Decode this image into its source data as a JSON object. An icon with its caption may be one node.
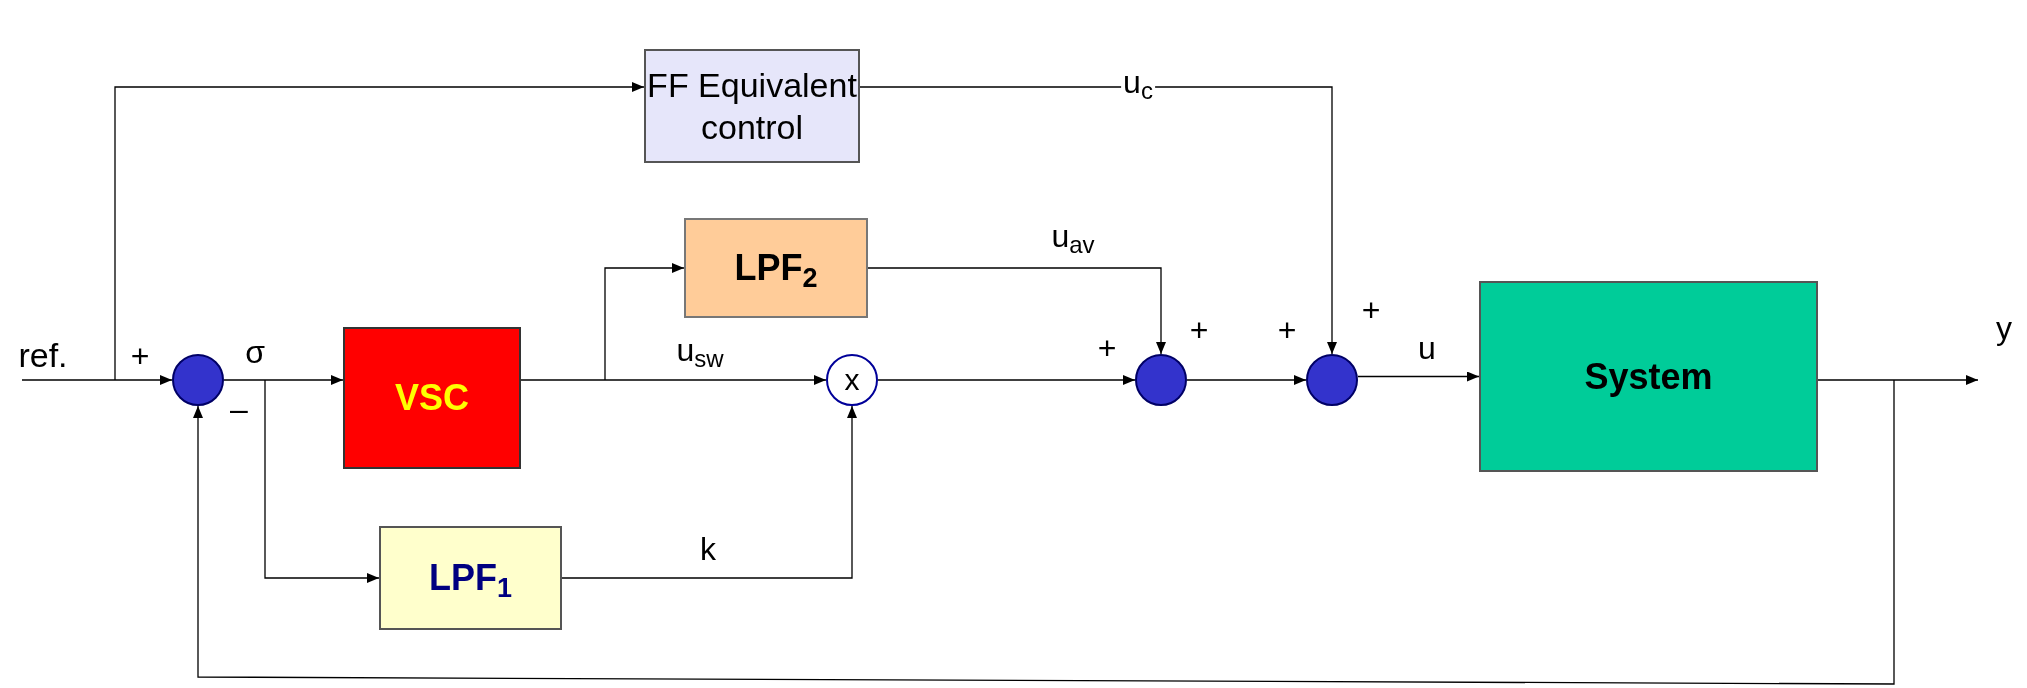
{
  "diagram": {
    "nodes": [
      {
        "text": [
          "ref."
        ]
      },
      {
        "text": [
          "FF Equivalent control"
        ]
      },
      {
        "text": [],
        "shape": "circle"
      },
      {
        "text": [
          "VSC"
        ]
      },
      {
        "text": [
          "LPF$_{2}$"
        ]
      },
      {
        "text": [
          "x"
        ]
      },
      {
        "text": [
          "LPF$_{1}$"
        ]
      },
      {
        "text": [],
        "shape": "circle"
      },
      {
        "text": [],
        "shape": "circle"
      },
      {
        "text": [
          "System"
        ]
      }
    ],
    "edges": [
      {
        "from": 0,
        "to": 2,
        "arrow": "to"
      },
      {
        "from": 0,
        "to": 1,
        "arrow": "to"
      },
      {
        "from": 2,
        "to": 3,
        "arrow": "to",
        "label": "σ"
      },
      {
        "from": 2,
        "to": 6,
        "arrow": "to"
      },
      {
        "from": 3,
        "to": 5,
        "arrow": "to",
        "label": "u$_{sw}$"
      },
      {
        "from": 3,
        "to": 4,
        "arrow": "to"
      },
      {
        "from": 6,
        "to": 5,
        "arrow": "to",
        "label": "k"
      },
      {
        "from": 5,
        "to": 7,
        "arrow": "to"
      },
      {
        "from": 4,
        "to": 7,
        "arrow": "to",
        "label": "u$_{av}$"
      },
      {
        "from": 7,
        "to": 8,
        "arrow": "to"
      },
      {
        "from": 1,
        "to": 8,
        "arrow": "to",
        "label": "u$_{c}$"
      },
      {
        "from": 8,
        "to": 9,
        "arrow": "to",
        "label": "u"
      },
      {
        "from": 9,
        "to": null,
        "arrow": "to",
        "label": "y"
      },
      {
        "from": 9,
        "to": 2,
        "arrow": "to"
      }
    ],
    "labels": [
      "+",
      "–",
      "+",
      "+",
      "+",
      "+"
    ]
  }
}
